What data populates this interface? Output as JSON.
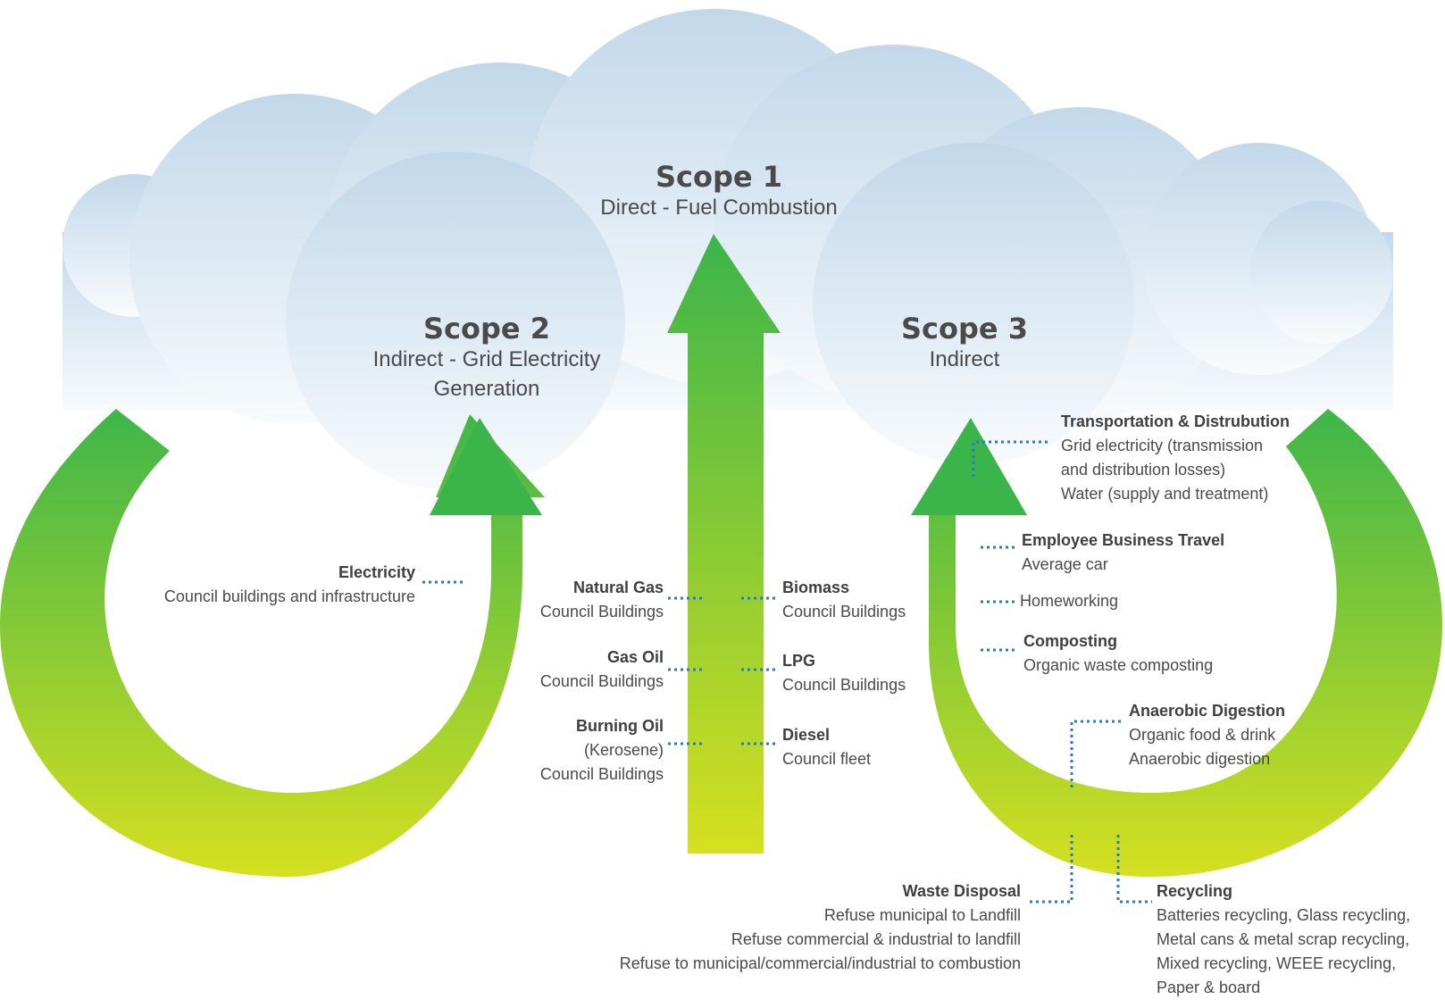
{
  "colors": {
    "cloud_top": "#c2d8ea",
    "cloud_bottom": "#f7fafd",
    "arrow_top": "#3bb54a",
    "arrow_bottom": "#d6e020",
    "connector": "#2b7bc0",
    "text": "#4a4a4a"
  },
  "scopes": {
    "scope1": {
      "title": "Scope 1",
      "subtitle": "Direct - Fuel Combustion"
    },
    "scope2": {
      "title": "Scope 2",
      "subtitle_line1": "Indirect - Grid Electricity",
      "subtitle_line2": "Generation"
    },
    "scope3": {
      "title": "Scope 3",
      "subtitle": "Indirect"
    }
  },
  "scope2_sources": {
    "electricity": {
      "title": "Electricity",
      "desc": "Council buildings and infrastructure"
    }
  },
  "scope1_sources": {
    "natural_gas": {
      "title": "Natural Gas",
      "desc": "Council Buildings"
    },
    "gas_oil": {
      "title": "Gas Oil",
      "desc": "Council Buildings"
    },
    "burning_oil": {
      "title": "Burning Oil",
      "desc1": "(Kerosene)",
      "desc2": "Council Buildings"
    },
    "biomass": {
      "title": "Biomass",
      "desc": "Council Buildings"
    },
    "lpg": {
      "title": "LPG",
      "desc": "Council Buildings"
    },
    "diesel": {
      "title": "Diesel",
      "desc": "Council fleet"
    }
  },
  "scope3_sources": {
    "transport": {
      "title": "Transportation & Distrubution",
      "desc1": "Grid electricity (transmission",
      "desc2": "and distribution losses)",
      "desc3": "Water (supply and treatment)"
    },
    "business_travel": {
      "title": "Employee Business Travel",
      "desc": "Average car"
    },
    "homeworking": {
      "title": "Homeworking"
    },
    "composting": {
      "title": "Composting",
      "desc": "Organic waste composting"
    },
    "anaerobic": {
      "title": "Anaerobic Digestion",
      "desc1": "Organic food & drink",
      "desc2": "Anaerobic digestion"
    },
    "waste": {
      "title": "Waste Disposal",
      "desc1": "Refuse municipal to Landfill",
      "desc2": "Refuse commercial & industrial to landfill",
      "desc3": "Refuse to municipal/commercial/industrial to combustion"
    },
    "recycling": {
      "title": "Recycling",
      "desc1": "Batteries recycling, Glass recycling,",
      "desc2": "Metal cans & metal scrap recycling,",
      "desc3": "Mixed recycling, WEEE recycling,",
      "desc4": "Paper & board"
    }
  }
}
